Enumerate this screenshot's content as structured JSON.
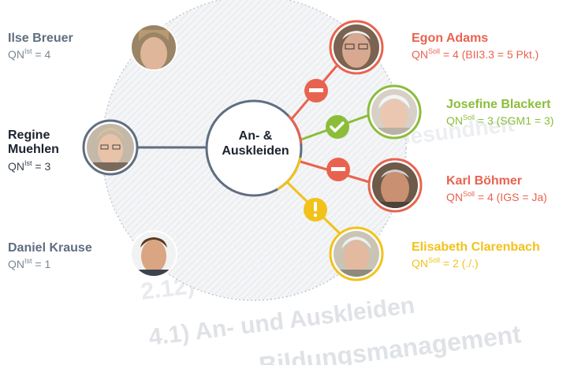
{
  "center": {
    "line1": "An- &",
    "line2": "Auskleiden"
  },
  "people_left": [
    {
      "name": "Ilse Breuer",
      "qn_prefix": "QN",
      "qn_sup": "Ist",
      "qn_value": " = 4",
      "style": "grey"
    },
    {
      "name_line1": "Regine",
      "name_line2": "Muehlen",
      "qn_prefix": "QN",
      "qn_sup": "Ist",
      "qn_value": " = 3",
      "style": "dark"
    },
    {
      "name": "Daniel Krause",
      "qn_prefix": "QN",
      "qn_sup": "Ist",
      "qn_value": " = 1",
      "style": "grey"
    }
  ],
  "people_right": [
    {
      "name": "Egon Adams",
      "qn_prefix": "QN",
      "qn_sup": "Soll",
      "qn_value": " = 4  (BII3.3 = 5 Pkt.)",
      "status": "minus",
      "color": "#e8634f"
    },
    {
      "name": "Josefine Blackert",
      "qn_prefix": "QN",
      "qn_sup": "Soll",
      "qn_value": " = 3  (SGM1 = 3)",
      "status": "check",
      "color": "#8bbd3a"
    },
    {
      "name": "Karl Böhmer",
      "qn_prefix": "QN",
      "qn_sup": "Soll",
      "qn_value": " = 4  (IGS = Ja)",
      "status": "minus",
      "color": "#e8634f"
    },
    {
      "name": "Elisabeth Clarenbach",
      "qn_prefix": "QN",
      "qn_sup": "Soll",
      "qn_value": " = 2  (./.)",
      "status": "warning",
      "color": "#f2c21b"
    }
  ],
  "background_text": {
    "line1": "4.1) An- und Auskleiden",
    "line2": "Bildungsmanagement",
    "line3": "2.12)",
    "line4": "Gesundheit"
  },
  "colors": {
    "red": "#e8634f",
    "green": "#8bbd3a",
    "yellow": "#f2c21b",
    "slate": "#5f6e80",
    "outline": "#9aa3ad"
  }
}
